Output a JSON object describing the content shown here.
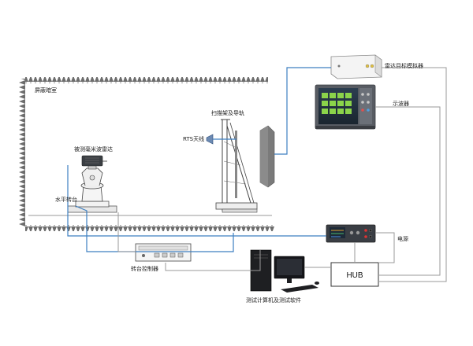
{
  "labels": {
    "chamber": "屏蔽暗室",
    "scanner": "扫描架及导轨",
    "rts_antenna": "RTS天线",
    "radar": "被测毫米波雷达",
    "turntable": "水平转台",
    "radar_simulator": "雷达目标模拟器",
    "oscilloscope": "示波器",
    "power_supply": "电源",
    "hub": "HUB",
    "turntable_controller": "转台控制器",
    "test_pc": "测试计算机及测试软件"
  },
  "colors": {
    "link_blue": "#3d7fc1",
    "gray_line": "#9a9a9a",
    "absorber": "#6d6d6d"
  }
}
